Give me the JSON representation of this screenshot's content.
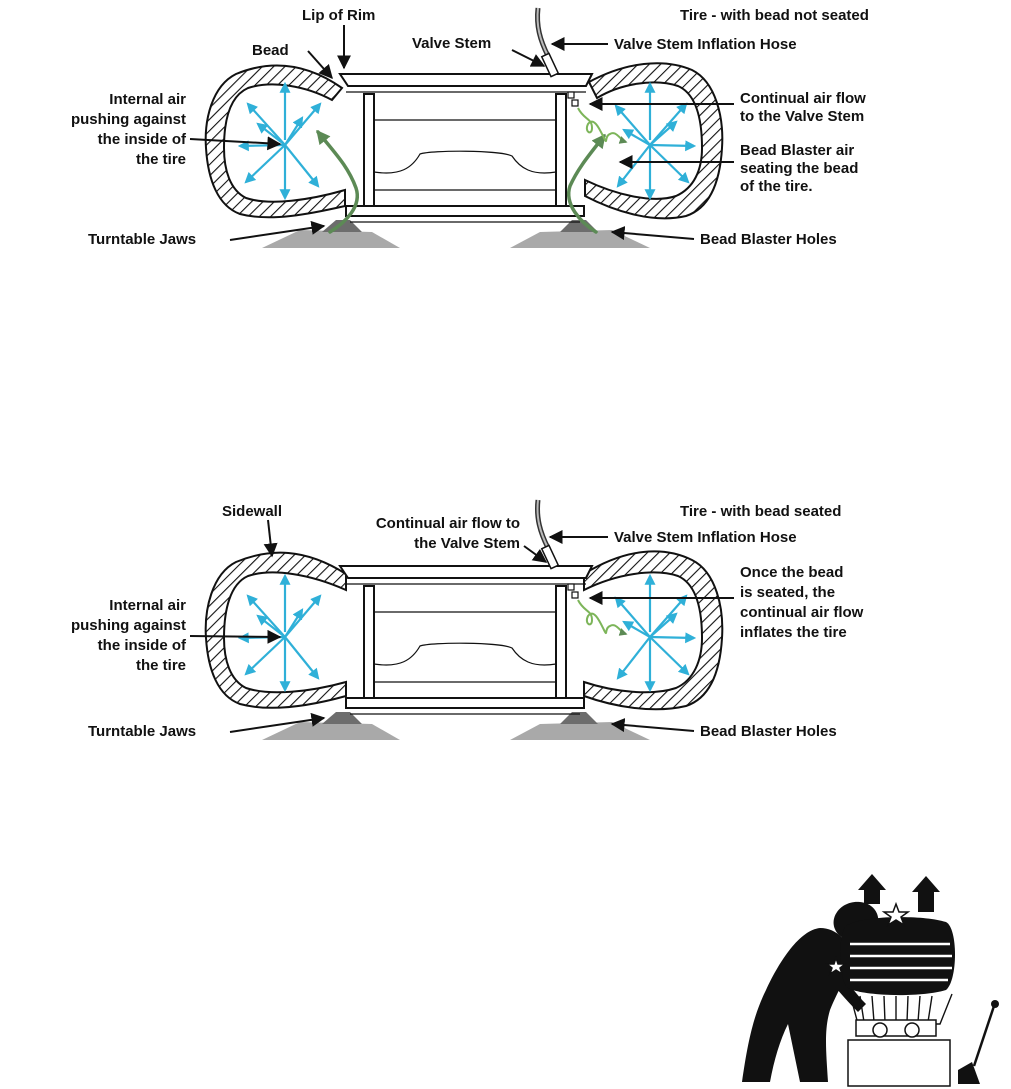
{
  "diagram1": {
    "title": "Tire - with bead not seated",
    "labels": {
      "lip_of_rim": "Lip of Rim",
      "bead": "Bead",
      "valve_stem": "Valve Stem",
      "valve_stem_hose": "Valve Stem Inflation Hose",
      "internal_air": [
        "Internal air",
        "pushing against",
        "the inside of",
        "the tire"
      ],
      "continual_air_flow": [
        "Continual air flow",
        "to the Valve Stem"
      ],
      "bead_blaster_air": [
        "Bead Blaster air",
        "seating the bead",
        "of the tire."
      ],
      "turntable_jaws": "Turntable Jaws",
      "bead_blaster_holes": "Bead Blaster Holes"
    }
  },
  "diagram2": {
    "title": "Tire - with bead seated",
    "labels": {
      "sidewall": "Sidewall",
      "continual_air_flow": [
        "Continual air flow to",
        "the Valve Stem"
      ],
      "valve_stem_hose": "Valve Stem Inflation Hose",
      "once_seated": [
        "Once the bead",
        "is seated, the",
        "continual air flow",
        "inflates the tire"
      ],
      "internal_air": [
        "Internal air",
        "pushing against",
        "the inside of",
        "the tire"
      ],
      "turntable_jaws": "Turntable Jaws",
      "bead_blaster_holes": "Bead Blaster Holes"
    }
  },
  "warning_pictogram": {
    "icon": "exploding-tire-warning-icon"
  },
  "colors": {
    "air_arrows": "#2fb0d8",
    "blaster_air": "#5c8a55",
    "jaws": "#a9a9a9",
    "ink": "#111111"
  }
}
